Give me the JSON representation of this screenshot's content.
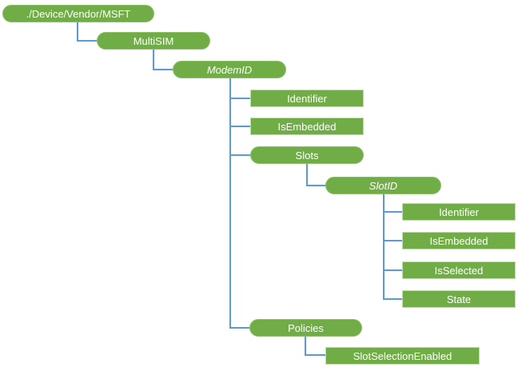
{
  "diagram": {
    "type": "tree",
    "orientation": "top-left-root, children indented right",
    "colors": {
      "node_fill": "#70AD47",
      "node_border_rect": "#C2DCAE",
      "node_border_pill": "#8FBF68",
      "connector": "#5B9BD5",
      "node_text": "#FFFFFF",
      "background": "#FFFFFF"
    },
    "legend_semantics": {
      "rounded": "interior node (has children)",
      "rectangle": "leaf node",
      "italic": "dynamic placeholder node"
    },
    "nodes": [
      {
        "id": "device-vendor-msft",
        "label": "./Device/Vendor/MSFT",
        "shape": "rounded",
        "italic": false,
        "parent": null
      },
      {
        "id": "multisim",
        "label": "MultiSIM",
        "shape": "rounded",
        "italic": false,
        "parent": "device-vendor-msft"
      },
      {
        "id": "modemid",
        "label": "ModemID",
        "shape": "rounded",
        "italic": true,
        "parent": "multisim"
      },
      {
        "id": "modem-identifier",
        "label": "Identifier",
        "shape": "rectangle",
        "italic": false,
        "parent": "modemid"
      },
      {
        "id": "modem-isembedded",
        "label": "IsEmbedded",
        "shape": "rectangle",
        "italic": false,
        "parent": "modemid"
      },
      {
        "id": "slots",
        "label": "Slots",
        "shape": "rounded",
        "italic": false,
        "parent": "modemid"
      },
      {
        "id": "slotid",
        "label": "SlotID",
        "shape": "rounded",
        "italic": true,
        "parent": "slots"
      },
      {
        "id": "slot-identifier",
        "label": "Identifier",
        "shape": "rectangle",
        "italic": false,
        "parent": "slotid"
      },
      {
        "id": "slot-isembedded",
        "label": "IsEmbedded",
        "shape": "rectangle",
        "italic": false,
        "parent": "slotid"
      },
      {
        "id": "slot-isselected",
        "label": "IsSelected",
        "shape": "rectangle",
        "italic": false,
        "parent": "slotid"
      },
      {
        "id": "slot-state",
        "label": "State",
        "shape": "rectangle",
        "italic": false,
        "parent": "slotid"
      },
      {
        "id": "policies",
        "label": "Policies",
        "shape": "rounded",
        "italic": false,
        "parent": "modemid"
      },
      {
        "id": "slotselectionenabled",
        "label": "SlotSelectionEnabled",
        "shape": "rectangle",
        "italic": false,
        "parent": "policies"
      }
    ]
  }
}
